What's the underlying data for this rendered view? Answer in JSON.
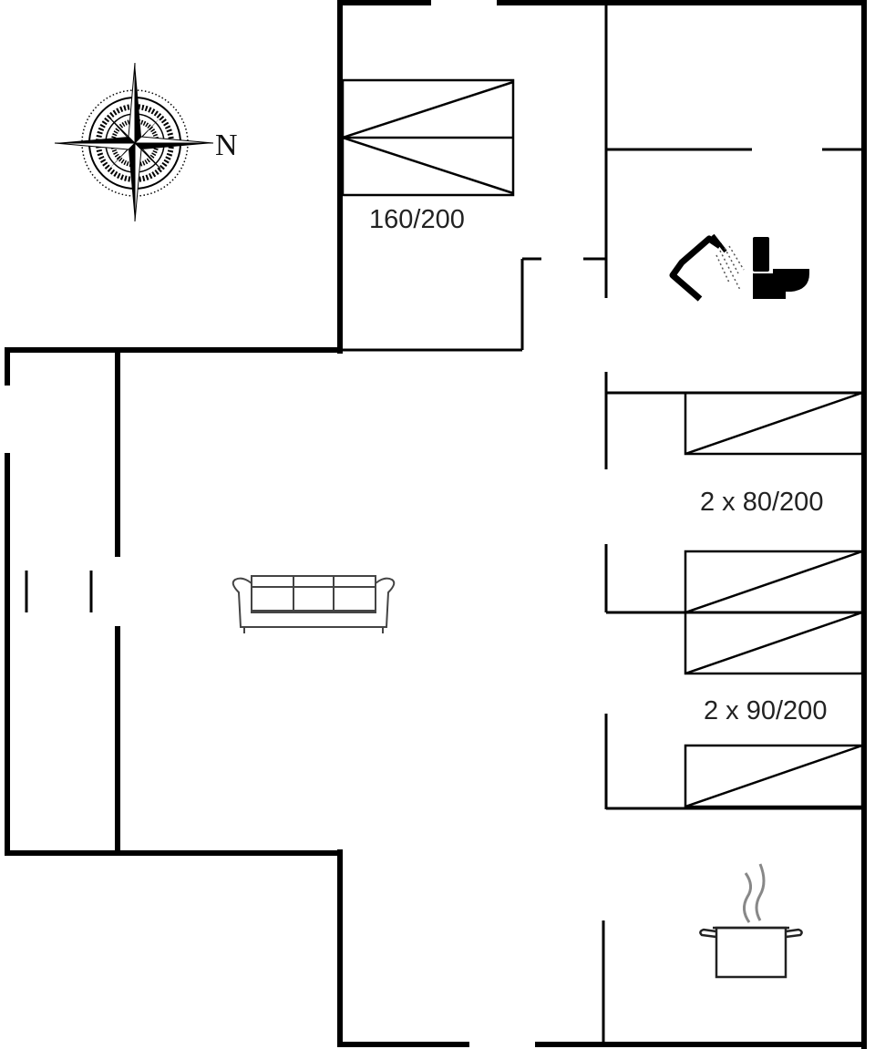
{
  "compass": {
    "north_label": "N",
    "icon": "compass-rose-icon"
  },
  "rooms": {
    "bedroom_double": {
      "bed_label": "160/200"
    },
    "bedroom_twin_1": {
      "bed_label": "2 x 80/200"
    },
    "bedroom_twin_2": {
      "bed_label": "2 x 90/200"
    },
    "bathroom": {
      "icons": [
        "shower-icon",
        "toilet-icon"
      ]
    },
    "living_room": {
      "icons": [
        "sofa-icon"
      ]
    },
    "kitchen": {
      "icons": [
        "cooking-pot-icon"
      ]
    }
  }
}
